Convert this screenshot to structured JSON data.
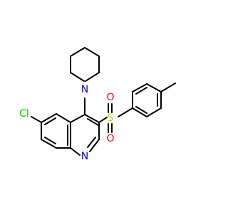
{
  "molecule": {
    "atom_labels": {
      "chlorine": "Cl",
      "nitrogen_piperidine": "N",
      "nitrogen_quinoline": "N",
      "sulfur": "S",
      "oxygen_top": "O",
      "oxygen_bottom": "O"
    }
  },
  "colors": {
    "bond": "#000000",
    "chlorine": "#00CC00",
    "nitrogen": "#0000FF",
    "sulfur": "#CCCC00",
    "oxygen": "#FF0000",
    "background": "#FFFFFF"
  }
}
